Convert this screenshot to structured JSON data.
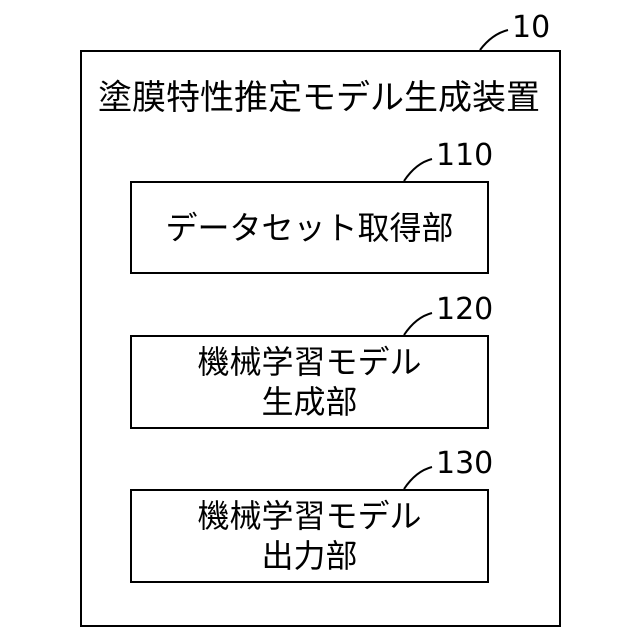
{
  "device": {
    "ref_number": "10",
    "title": "塗膜特性推定モデル生成装置"
  },
  "units": [
    {
      "ref_number": "110",
      "lines": [
        "データセット取得部"
      ]
    },
    {
      "ref_number": "120",
      "lines": [
        "機械学習モデル",
        "生成部"
      ]
    },
    {
      "ref_number": "130",
      "lines": [
        "機械学習モデル",
        "出力部"
      ]
    }
  ]
}
